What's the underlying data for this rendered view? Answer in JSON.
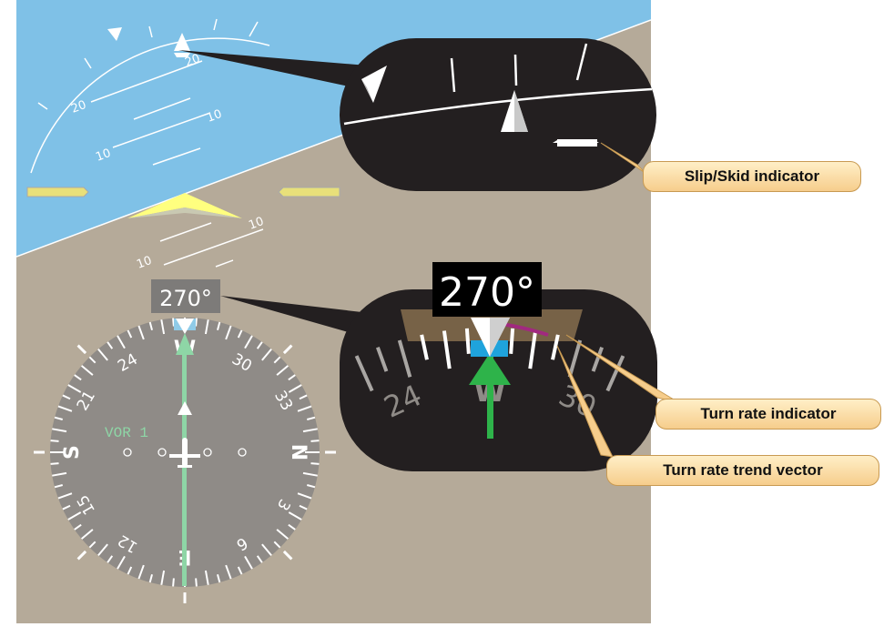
{
  "pitch_labels": {
    "up20_left": "20",
    "up20_right": "20",
    "up10_left": "10",
    "up10_right": "10",
    "dn10_left": "10",
    "dn10_right": "10"
  },
  "heading": {
    "readout": "270°",
    "vor_label": "VOR 1",
    "cardinals": {
      "north": "N",
      "south": "S",
      "east": "E",
      "west": "W"
    },
    "numbers": [
      "3",
      "6",
      "12",
      "15",
      "21",
      "24",
      "30",
      "33"
    ]
  },
  "zoom_heading": {
    "readout": "270°",
    "labels": {
      "left": "24",
      "center": "W",
      "right": "30"
    }
  },
  "callouts": {
    "slip_skid": "Slip/Skid indicator",
    "turn_rate": "Turn rate indicator",
    "turn_trend": "Turn rate trend vector"
  },
  "colors": {
    "sky": "#7fc1e7",
    "ground": "#b5aa99",
    "bezel": "#231f20",
    "compass_rose": "#8f8b87",
    "course_needle": "#8ed6a6",
    "heading_bug": "#8fcbe8",
    "trend_vector": "#a1297f",
    "zoom_pointer": "#2eb34a",
    "zoom_bug": "#1fa3dc",
    "aircraft_symbol": "#ffff7f",
    "callout_fill": "#fbe3ad"
  }
}
